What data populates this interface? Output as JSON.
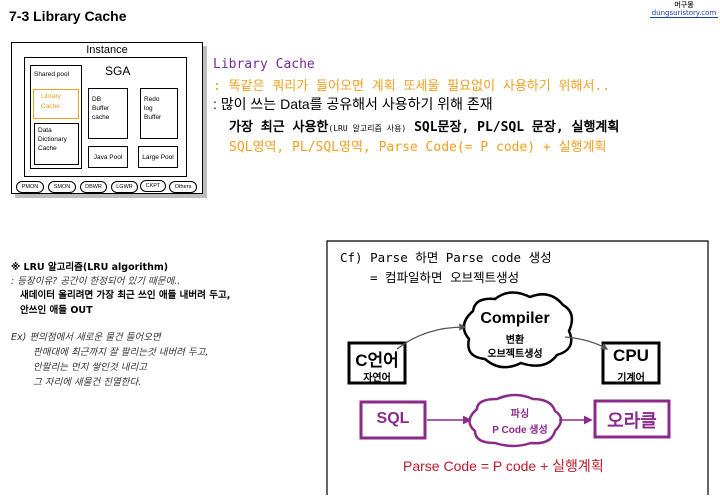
{
  "title": "7-3  Library Cache",
  "logo": {
    "line1": "머구몽",
    "line2": "dungsuristory.com"
  },
  "diagram": {
    "instance": "Instance",
    "sga": "SGA",
    "shared_pool": "Shared pool",
    "library_cache": [
      "Library",
      "Cache"
    ],
    "dictionary_cache": [
      "Data",
      "Dictionary",
      "Cache"
    ],
    "db_buffer": [
      "DB",
      "Buffer",
      "cache"
    ],
    "redo": [
      "Redo",
      "log",
      "Buffer"
    ],
    "java_pool": "Java Pool",
    "large_pool": "Large Pool",
    "processes": [
      "PMON",
      "SMON",
      "DBWR",
      "LGWR",
      "CKPT",
      "Others"
    ]
  },
  "right_text": {
    "title": "Library Cache",
    "line1": ": 똑같은 쿼리가 들어오면 계획 또세울 필요없이 사용하기 위해서..",
    "line2": ": 많이 쓰는 Data를 공유해서 사용하기 위해 존재",
    "line3_a": "가장 최근 사용한",
    "line3_small": "(LRU 알고리즘 사용)",
    "line3_b": " SQL문장, PL/SQL 문장, 실행계획",
    "line4": "SQL영역, PL/SQL영역, Parse Code(= P code) + 실행계획"
  },
  "lru": {
    "title": "※ LRU 알고리즘(LRU algorithm)",
    "line1": ": 등장이유? 공간이 한정되어 있기 때문에..",
    "line2": "새데이터 올리려면 가장 최근 쓰인 애들 내버려 두고,",
    "line3": "안쓰인 애들 OUT",
    "ex1": "Ex)  편의점에서 새로운 물건 들어오면",
    "ex2": "판매대에 최근까지 잘 팔리는것 내버려 두고,",
    "ex3": "안팔리는 먼지 쌓인것 내리고",
    "ex4": "그 자리에 새물건 진열한다."
  },
  "cf": {
    "line1": "Cf) Parse 하면 Parse code 생성",
    "line2": "= 컴파일하면 오브젝트생성",
    "c_lang": "C언어",
    "c_lang_sub": "자연어",
    "compiler": "Compiler",
    "compiler_sub1": "변환",
    "compiler_sub2": "오브젝트생성",
    "cpu": "CPU",
    "cpu_sub": "기계어",
    "sql": "SQL",
    "parse": "파싱",
    "pcode": "P Code 생성",
    "oracle": "오라클",
    "footer": "Parse Code = P code + 실행계획"
  },
  "colors": {
    "purple": "#7a2a9a",
    "orange": "#f0a020",
    "red": "#c0182a",
    "sql_box": "#8a2a8a"
  }
}
